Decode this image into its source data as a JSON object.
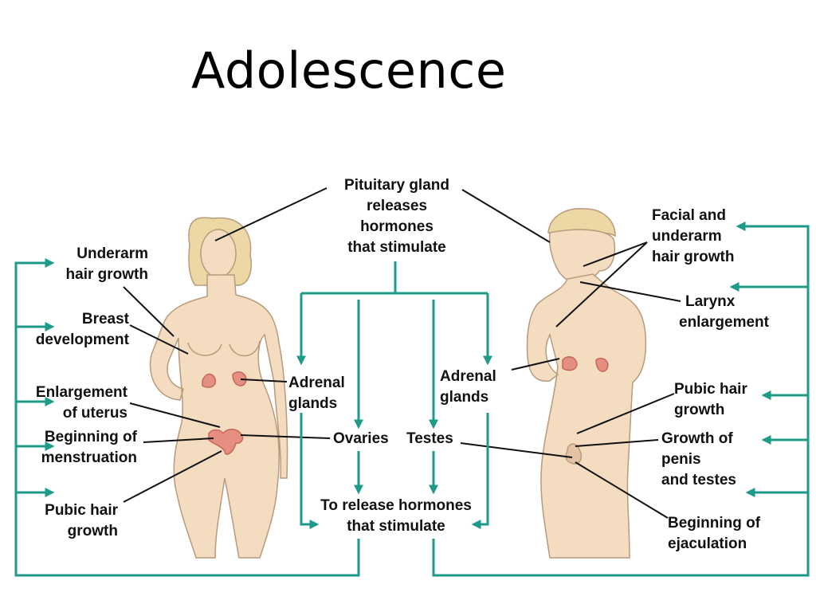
{
  "title": "Adolescence",
  "labels": {
    "pituitary": [
      "Pituitary gland",
      "releases",
      "hormones",
      "that stimulate"
    ],
    "underarm": [
      "Underarm",
      "hair growth"
    ],
    "breast": [
      "Breast",
      "development"
    ],
    "uterus": [
      "Enlargement",
      "of uterus"
    ],
    "menstruation": [
      "Beginning of",
      "menstruation"
    ],
    "pubic_female": [
      "Pubic hair",
      "growth"
    ],
    "adrenal_left": [
      "Adrenal",
      "glands"
    ],
    "adrenal_right": [
      "Adrenal",
      "glands"
    ],
    "ovaries": "Ovaries",
    "testes": "Testes",
    "release": [
      "To release hormones",
      "that stimulate"
    ],
    "facial": [
      "Facial and",
      "underarm",
      "hair growth"
    ],
    "larynx": [
      "Larynx",
      "enlargement"
    ],
    "pubic_male": [
      "Pubic hair",
      "growth"
    ],
    "penis": [
      "Growth of",
      "penis",
      "and testes"
    ],
    "ejaculation": [
      "Beginning of",
      "ejaculation"
    ]
  },
  "colors": {
    "arrow": "#1e9a8a",
    "skin": "#f3dcc0",
    "skin_stroke": "#b89a7c",
    "hair": "#ecd8a4",
    "gland": "#e58f80"
  }
}
